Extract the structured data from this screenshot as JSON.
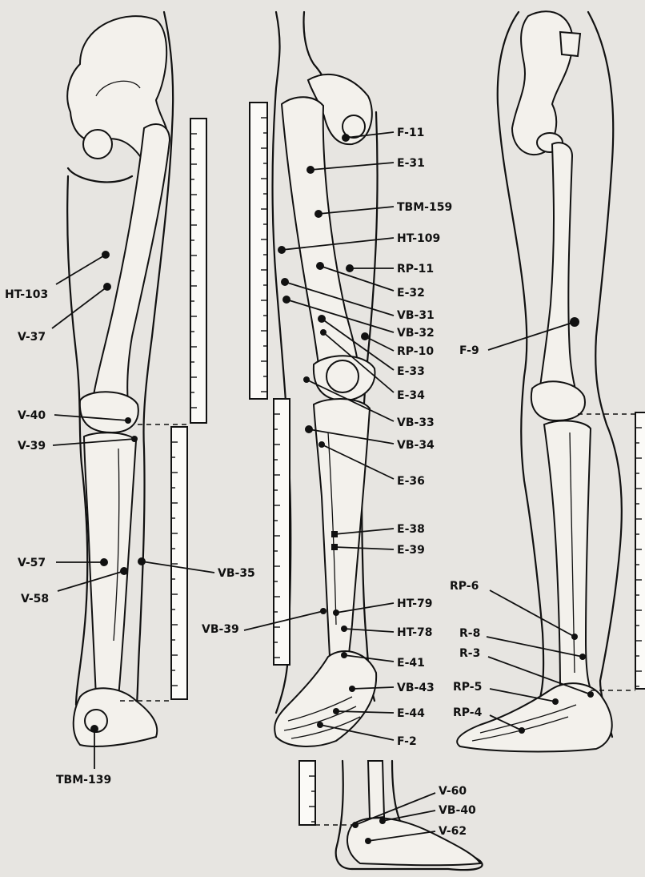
{
  "points": [
    {
      "id": "HT-103"
    },
    {
      "id": "V-37"
    },
    {
      "id": "V-40"
    },
    {
      "id": "V-39"
    },
    {
      "id": "V-57"
    },
    {
      "id": "V-58"
    },
    {
      "id": "VB-35"
    },
    {
      "id": "TBM-139"
    },
    {
      "id": "F-11"
    },
    {
      "id": "E-31"
    },
    {
      "id": "TBM-159"
    },
    {
      "id": "HT-109"
    },
    {
      "id": "RP-11"
    },
    {
      "id": "E-32"
    },
    {
      "id": "VB-31"
    },
    {
      "id": "VB-32"
    },
    {
      "id": "RP-10"
    },
    {
      "id": "E-33"
    },
    {
      "id": "E-34"
    },
    {
      "id": "VB-33"
    },
    {
      "id": "VB-34"
    },
    {
      "id": "E-36"
    },
    {
      "id": "E-38"
    },
    {
      "id": "E-39"
    },
    {
      "id": "HT-79"
    },
    {
      "id": "VB-39"
    },
    {
      "id": "HT-78"
    },
    {
      "id": "E-41"
    },
    {
      "id": "VB-43"
    },
    {
      "id": "E-44"
    },
    {
      "id": "F-2"
    },
    {
      "id": "F-9"
    },
    {
      "id": "RP-6"
    },
    {
      "id": "R-8"
    },
    {
      "id": "R-3"
    },
    {
      "id": "RP-5"
    },
    {
      "id": "RP-4"
    },
    {
      "id": "V-60"
    },
    {
      "id": "VB-40"
    },
    {
      "id": "V-62"
    }
  ]
}
